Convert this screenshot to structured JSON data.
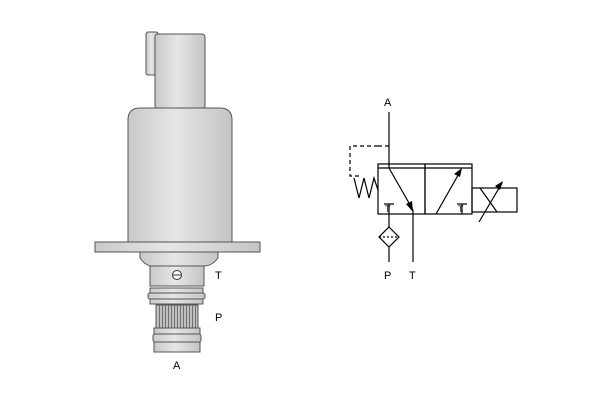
{
  "valve_drawing": {
    "port_labels": {
      "tank": "T",
      "pressure": "P",
      "work": "A"
    }
  },
  "hydraulic_symbol": {
    "port_labels": {
      "work": "A",
      "pressure": "P",
      "tank": "T"
    },
    "inner_marks": {
      "tank_left": "T",
      "tank_right": "T"
    }
  },
  "colors": {
    "body_fill": "#dcdcdc",
    "body_stroke": "#555555",
    "line": "#000000"
  }
}
